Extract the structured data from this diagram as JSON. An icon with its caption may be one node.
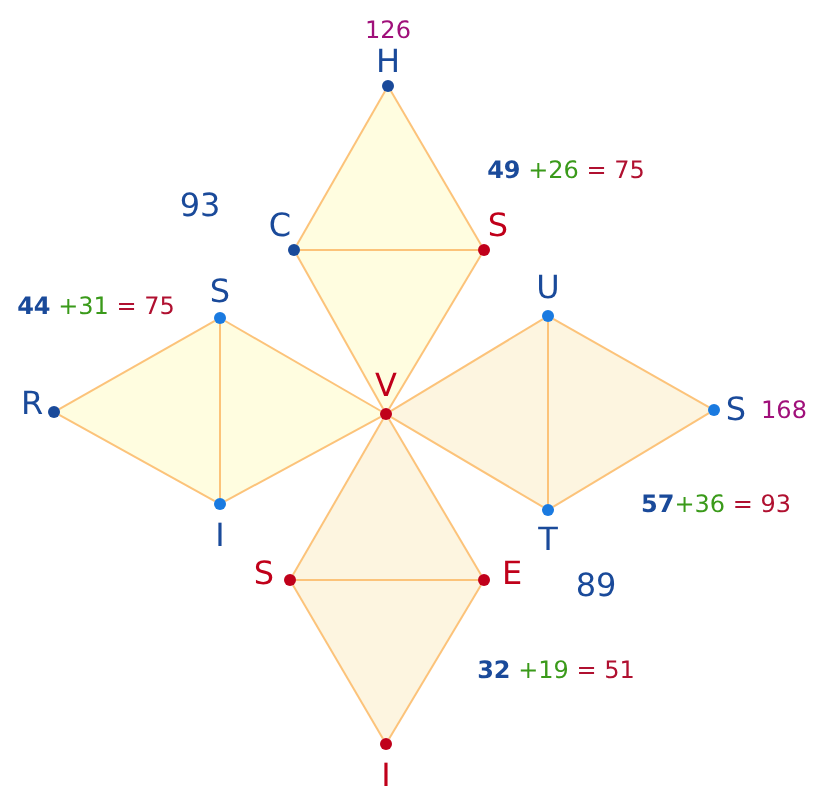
{
  "diagram": {
    "nodes": [
      {
        "text": [
          "H"
        ]
      },
      {
        "text": [
          "C"
        ]
      },
      {
        "text": [
          "S"
        ]
      },
      {
        "text": [
          "V"
        ]
      },
      {
        "text": [
          "S"
        ]
      },
      {
        "text": [
          "R"
        ]
      },
      {
        "text": [
          "I"
        ]
      },
      {
        "text": [
          "U"
        ]
      },
      {
        "text": [
          "S"
        ]
      },
      {
        "text": [
          "T"
        ]
      },
      {
        "text": [
          "S"
        ]
      },
      {
        "text": [
          "E"
        ]
      },
      {
        "text": [
          "I"
        ]
      }
    ],
    "edges": [
      {
        "from": 0,
        "to": 1,
        "arrow": "none"
      },
      {
        "from": 0,
        "to": 2,
        "arrow": "none"
      },
      {
        "from": 1,
        "to": 2,
        "arrow": "none"
      },
      {
        "from": 1,
        "to": 3,
        "arrow": "none"
      },
      {
        "from": 2,
        "to": 3,
        "arrow": "none"
      },
      {
        "from": 5,
        "to": 4,
        "arrow": "none"
      },
      {
        "from": 5,
        "to": 6,
        "arrow": "none"
      },
      {
        "from": 4,
        "to": 6,
        "arrow": "none"
      },
      {
        "from": 4,
        "to": 3,
        "arrow": "none"
      },
      {
        "from": 6,
        "to": 3,
        "arrow": "none"
      },
      {
        "from": 7,
        "to": 3,
        "arrow": "none"
      },
      {
        "from": 7,
        "to": 8,
        "arrow": "none"
      },
      {
        "from": 7,
        "to": 9,
        "arrow": "none"
      },
      {
        "from": 9,
        "to": 3,
        "arrow": "none"
      },
      {
        "from": 9,
        "to": 8,
        "arrow": "none"
      },
      {
        "from": 10,
        "to": 3,
        "arrow": "none"
      },
      {
        "from": 11,
        "to": 3,
        "arrow": "none"
      },
      {
        "from": 10,
        "to": 11,
        "arrow": "none"
      },
      {
        "from": 10,
        "to": 12,
        "arrow": "none"
      },
      {
        "from": 11,
        "to": 12,
        "arrow": "none"
      }
    ],
    "labels": [
      "126",
      "93",
      "49 +26 = 75",
      "44 +31 = 75",
      "168",
      "57+36 = 93",
      "89",
      "32 +19 = 51"
    ]
  }
}
